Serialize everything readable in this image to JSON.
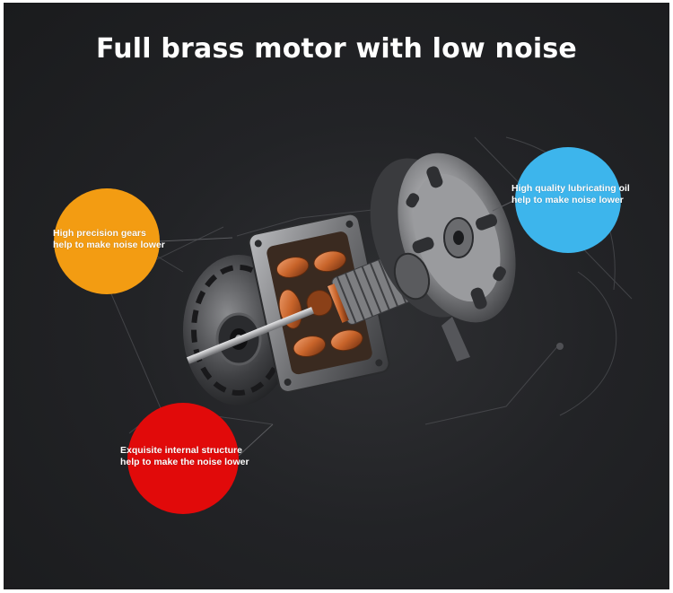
{
  "title": "Full brass motor with low noise",
  "callouts": {
    "gears": {
      "line1": "High precision gears",
      "line2": "help to make noise lower",
      "color": "#f39c12"
    },
    "oil": {
      "line1": "High quality lubricating oil",
      "line2": "help to make noise lower",
      "color": "#3db5ec"
    },
    "structure": {
      "line1": "Exquisite internal structure",
      "line2": "help to make the noise lower",
      "color": "#e10a0a"
    }
  },
  "colors": {
    "background": "#222326",
    "text": "#ffffff",
    "copper": "#c8642a"
  },
  "icons": {
    "hero": "exploded-motor-illustration"
  }
}
